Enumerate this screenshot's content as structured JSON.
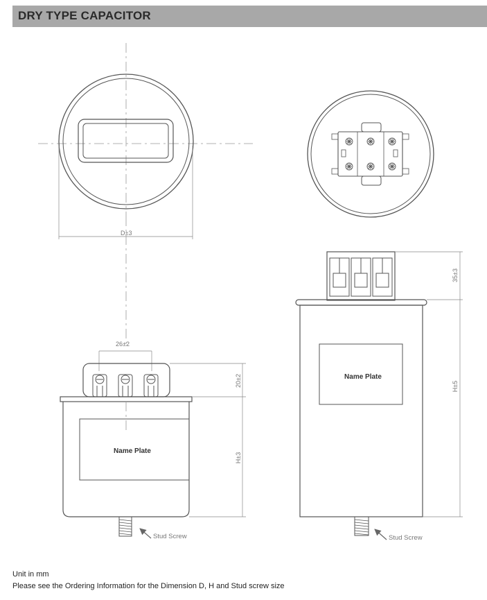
{
  "header": {
    "title": "DRY TYPE CAPACITOR"
  },
  "dimensions": {
    "diameter": "D±3",
    "terminal_spacing": "26±2",
    "terminal_height_small": "20±2",
    "height_small": "H±3",
    "terminal_height_large": "35±3",
    "height_large": "H±5"
  },
  "labels": {
    "name_plate_small": "Name Plate",
    "name_plate_large": "Name Plate",
    "stud_screw_small": "Stud Screw",
    "stud_screw_large": "Stud Screw"
  },
  "footer": {
    "unit_note": "Unit in mm",
    "ordering_note": "Please see the Ordering Information for the Dimension D, H and Stud screw size"
  },
  "colors": {
    "header_bg": "#a8a8a8",
    "line": "#555555"
  }
}
